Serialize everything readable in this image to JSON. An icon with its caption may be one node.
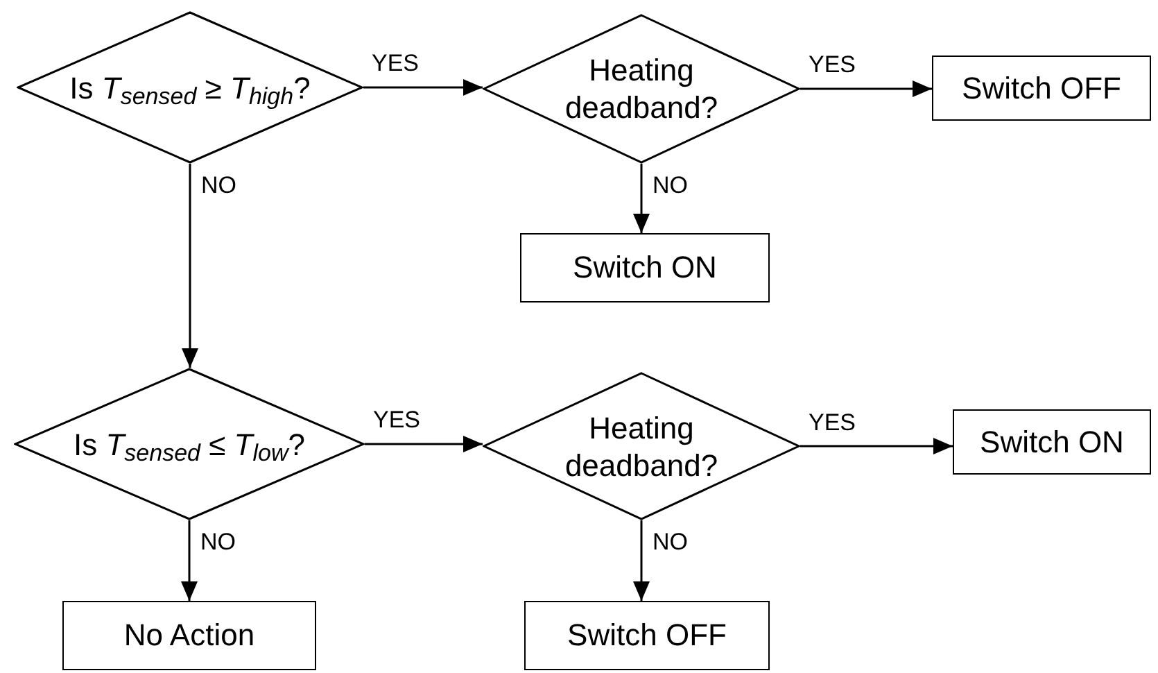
{
  "diagram": {
    "nodes": [
      {
        "text": [
          "Is *T*$_{sensed}$ ≥ *T*$_{high}$?"
        ]
      },
      {
        "text": [
          "Heating deadband?"
        ]
      },
      {
        "text": [
          "Switch OFF"
        ]
      },
      {
        "text": [
          "Switch ON"
        ]
      },
      {
        "text": [
          "Is *T*$_{sensed}$ ≤ *T*$_{low}$?"
        ]
      },
      {
        "text": [
          "Heating deadband?"
        ]
      },
      {
        "text": [
          "Switch ON"
        ]
      },
      {
        "text": [
          "No Action"
        ]
      },
      {
        "text": [
          "Switch OFF"
        ]
      }
    ],
    "edges": [
      {
        "from": 0,
        "to": 1,
        "arrow": "to",
        "label": "YES"
      },
      {
        "from": 1,
        "to": 2,
        "arrow": "to",
        "label": "YES"
      },
      {
        "from": 1,
        "to": 3,
        "arrow": "to",
        "label": "NO"
      },
      {
        "from": 0,
        "to": 4,
        "arrow": "to",
        "label": "NO"
      },
      {
        "from": 4,
        "to": 5,
        "arrow": "to",
        "label": "YES"
      },
      {
        "from": 5,
        "to": 6,
        "arrow": "to",
        "label": "YES"
      },
      {
        "from": 5,
        "to": 8,
        "arrow": "to",
        "label": "NO"
      },
      {
        "from": 4,
        "to": 7,
        "arrow": "to",
        "label": "NO"
      }
    ]
  }
}
